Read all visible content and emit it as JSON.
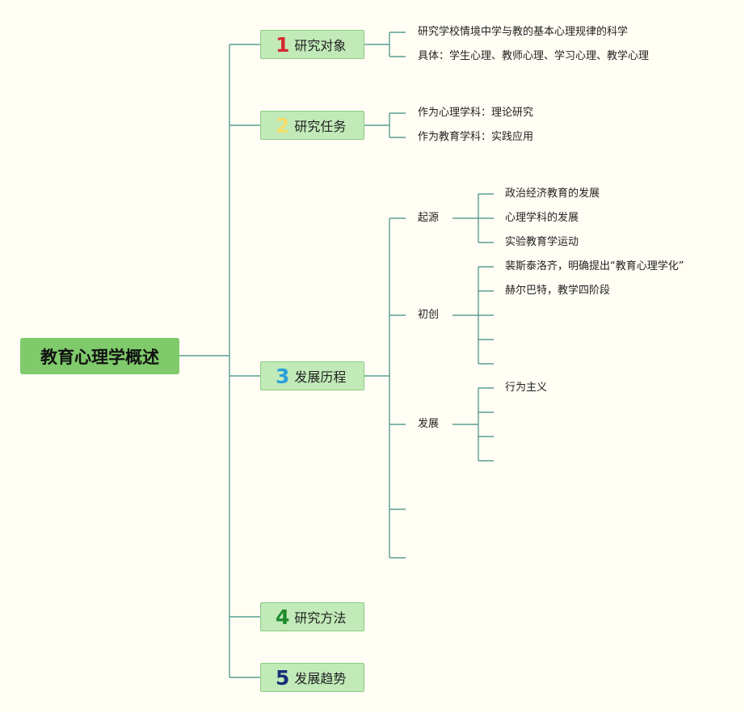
{
  "root": {
    "title": "教育心理学概述"
  },
  "topics": [
    {
      "num": "1",
      "label": "研究对象",
      "color": "#d7282f"
    },
    {
      "num": "2",
      "label": "研究任务",
      "color": "#f3dd6a"
    },
    {
      "num": "3",
      "label": "发展历程",
      "color": "#2b9fdb"
    },
    {
      "num": "4",
      "label": "研究方法",
      "color": "#1e8a2c"
    },
    {
      "num": "5",
      "label": "发展趋势",
      "color": "#1a2f78"
    }
  ],
  "research_object": [
    "研究学校情境中学与教的基本心理规律的科学",
    "具体：学生心理、教师心理、学习心理、教学心理"
  ],
  "research_task": [
    "作为心理学科：理论研究",
    "作为教育学科：实践应用"
  ],
  "history": {
    "origin": {
      "label": "起源",
      "items": [
        "政治经济教育的发展",
        "心理学科的发展",
        "实验教育学运动"
      ]
    },
    "founding": {
      "label": "初创",
      "items": [
        "裴斯泰洛齐，明确提出“教育心理学化”",
        "赫尔巴特，教学四阶段"
      ]
    },
    "development": {
      "label": "发展",
      "items": [
        "行为主义"
      ]
    }
  }
}
